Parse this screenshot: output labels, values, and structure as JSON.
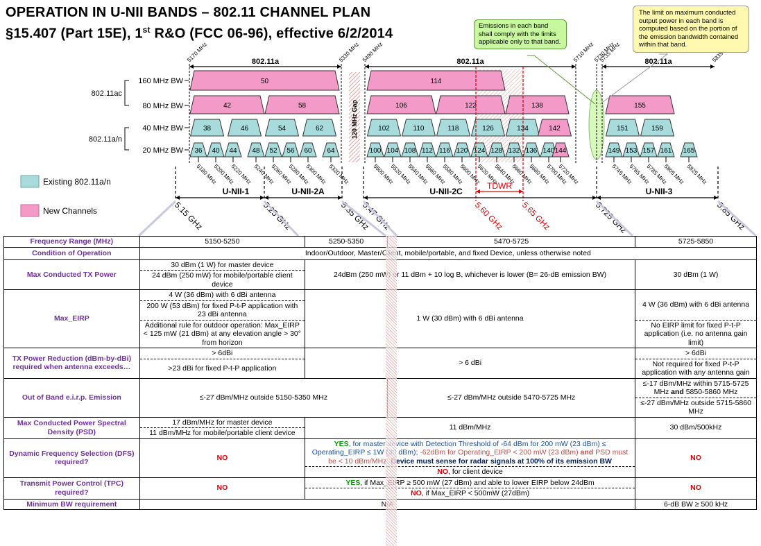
{
  "title": {
    "line1": "OPERATION IN U-NII BANDS – 802.11 CHANNEL PLAN",
    "line2_pre": "§15.407 (Part 15E), 1",
    "line2_sup": "st",
    "line2_post": " R&O (FCC 06-96), effective 6/2/2014"
  },
  "callouts": {
    "green": "Emissions in each band shall comply with the limits applicable only to that band.",
    "yellow": "The limit on maximum conducted output power in each band is computed based on the portion of the emission bandwidth contained within that band."
  },
  "diagram": {
    "top_freqs": [
      "5170 MHz",
      "5330 MHz",
      "5490 MHz",
      "5710 MHz",
      "5730 MHz",
      "5735 MHz",
      "5835 MHz"
    ],
    "std_labels": [
      "802.11a",
      "802.11a",
      "802.11a"
    ],
    "row_labels": [
      "160 MHz BW",
      "80 MHz BW",
      "40 MHz BW",
      "20 MHz BW"
    ],
    "group_labels": [
      "802.11ac",
      "802.11a/n"
    ],
    "gap_label": "120 MHz Gap",
    "ch160": [
      "50",
      "114"
    ],
    "ch80": [
      "42",
      "58",
      "106",
      "122",
      "138",
      "155"
    ],
    "ch40": [
      "38",
      "46",
      "54",
      "62",
      "102",
      "110",
      "118",
      "126",
      "134",
      "142",
      "151",
      "159"
    ],
    "ch20": [
      "36",
      "40",
      "44",
      "48",
      "52",
      "56",
      "60",
      "64",
      "100",
      "104",
      "108",
      "112",
      "116",
      "120",
      "124",
      "128",
      "132",
      "136",
      "140",
      "144",
      "149",
      "153",
      "157",
      "161",
      "165"
    ],
    "freq20": [
      "5180 MHz",
      "5200 MHz",
      "5220 MHz",
      "5240 MHz",
      "5260 MHz",
      "5280 MHz",
      "5300 MHz",
      "5320 MHz",
      "5500 MHz",
      "5520 MHz",
      "5540 MHz",
      "5560 MHz",
      "5580 MHz",
      "5600 MHz",
      "5620 MHz",
      "5640 MHz",
      "5660 MHz",
      "5680 MHz",
      "5700 MHz",
      "5720 MHz",
      "5745 MHz",
      "5765 MHz",
      "5785 MHz",
      "5805 MHz",
      "5825 MHz"
    ],
    "bands": [
      "U-NII-1",
      "U-NII-2A",
      "U-NII-2C",
      "U-NII-3"
    ],
    "tdwr": "TDWR",
    "edges": [
      "5.15 GHz",
      "5.25 GHz",
      "5.35 GHz",
      "5.47 GHz",
      "5.725 GHz",
      "5.85 GHz"
    ],
    "tdwr_edges": [
      "5.60 GHz",
      "5.65 GHz"
    ],
    "legend": [
      "Existing 802.11a/n",
      "New Channels"
    ],
    "colors": {
      "existing": "#a8dcdc",
      "new": "#f49ac8",
      "red": "#e00000",
      "green": "#c8f7a0"
    }
  },
  "table": {
    "freq": {
      "h": "Frequency Range (MHz)",
      "c": [
        "5150-5250",
        "5250-5350",
        "5470-5725",
        "5725-5850"
      ]
    },
    "cond": {
      "h": "Condition of Operation",
      "v": "Indoor/Outdoor, Master/Client, mobile/portable, and fixed Device, unless otherwise noted"
    },
    "power": {
      "h": "Max Conducted TX Power",
      "a": "30 dBm (1 W) for master device",
      "b": "24 dBm (250 mW) for mobile/portable client device",
      "mid": "24dBm (250 mW) or 11 dBm + 10 log B, whichever is lower (B= 26-dB emission BW)",
      "last": "30 dBm (1 W)"
    },
    "eirp": {
      "h": "Max_EIRP",
      "a": "4 W (36 dBm) with 6 dBi antenna",
      "b": "200 W (53 dBm) for fixed P-t-P application with 23 dBi antenna",
      "c": "Additional rule for outdoor operation: Max_EIRP < 125 mW (21 dBm) at any elevation angle > 30° from horizon",
      "mid": "1 W (30 dBm) with 6 dBi antenna",
      "l1": "4 W (36 dBm) with 6 dBi antenna",
      "l2": "No EIRP limit for fixed P-t-P application (i.e. no antenna gain limit)"
    },
    "txred": {
      "h": "TX Power Reduction (dBm-by-dBi) required when antenna exceeds…",
      "a": "> 6dBi",
      "b": ">23 dBi for fixed P-t-P application",
      "mid": "> 6 dBi",
      "l1": "> 6dBi",
      "l2": "Not required for fixed P-t-P application with any antenna gain"
    },
    "oob": {
      "h": "Out of Band e.i.r.p. Emission",
      "a": "≤-27 dBm/MHz outside 5150-5350 MHz",
      "mid": "≤-27 dBm/MHz outside 5470-5725 MHz",
      "l1a": "≤-17 dBm/MHz within 5715-5725 MHz ",
      "l1and": "and",
      "l1b": " 5850-5860 MHz",
      "l2": "≤-27 dBm/MHz outside 5715-5860 MHz"
    },
    "psd": {
      "h": "Max Conducted Power Spectral Density (PSD)",
      "a": "17 dBm/MHz for master device",
      "b": "11 dBm/MHz for mobile/portable client device",
      "mid": "11 dBm/MHz",
      "last": "30 dBm/500kHz"
    },
    "dfs": {
      "h": "Dynamic Frequency Selection (DFS) required?",
      "no": "NO",
      "yes": "YES",
      "t1": ", for master device with Detection Threshold of -64 dBm for 200 mW (23 dBm) ≤ Operating_EIRP ≤ 1W (30 dBm); ",
      "t2": "-62dBm for Operating_EIRP < 200 mW (23 dBm) ",
      "and": "and",
      "t3": " PSD must be < 10 dBm/MHz. ",
      "t4": " Device must sense for radar signals at 100% of its emission BW",
      "no2": "NO",
      "t5": ", for client device",
      "no3": "NO"
    },
    "tpc": {
      "h": "Transmit Power Control (TPC) required?",
      "no": "NO",
      "yes": "YES",
      "t1": ", if Max_EIRP ≥ 500 mW (27 dBm) and able to lower EIRP below 24dBm",
      "no2": "NO",
      "t2": ", if Max_EIRP < 500mW (27dBm)",
      "no3": "NO"
    },
    "minbw": {
      "h": "Minimum BW requirement",
      "mid": "N/A",
      "last": "6-dB BW ≥ 500 kHz"
    }
  }
}
